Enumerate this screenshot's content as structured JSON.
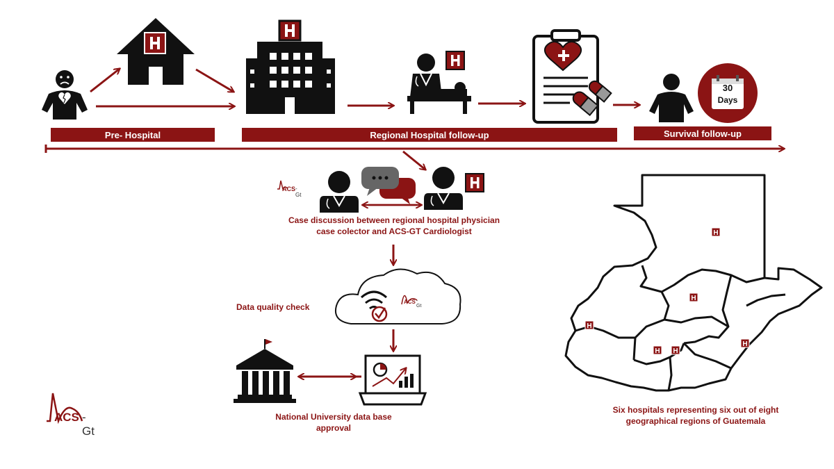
{
  "colors": {
    "accent": "#8b1414",
    "ink": "#111111",
    "grey": "#555555"
  },
  "timeline": {
    "pre_hospital": "Pre- Hospital",
    "regional": "Regional Hospital follow-up",
    "survival": "Survival follow-up"
  },
  "icons": {
    "hospital_letter": "H",
    "calendar_number": "30",
    "calendar_unit": "Days"
  },
  "logo": {
    "main": "ACS",
    "suffix": "-Gt"
  },
  "process": {
    "case_discussion": "Case discussion between regional hospital physician case colector and ACS-GT Cardiologist",
    "data_quality": "Data quality check",
    "university": "National University data base approval"
  },
  "map": {
    "caption": "Six hospitals representing six out of eight geographical regions of Guatemala",
    "marker_label": "H",
    "hospital_count": 6
  }
}
